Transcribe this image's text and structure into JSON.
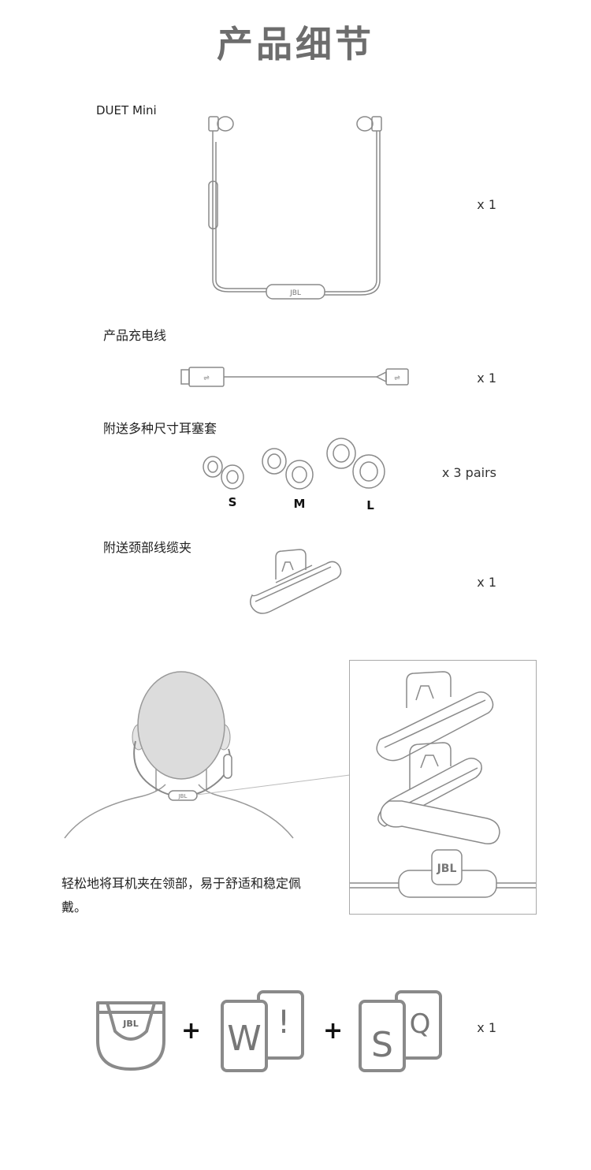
{
  "page_title": "产品细节",
  "items": [
    {
      "label": "DUET Mini",
      "qty": "x 1"
    },
    {
      "label": "产品充电线",
      "qty": "x 1"
    },
    {
      "label": "附送多种尺寸耳塞套",
      "qty": "x 3 pairs",
      "sizes": [
        "S",
        "M",
        "L"
      ]
    },
    {
      "label": "附送颈部线缆夹",
      "qty": "x 1"
    }
  ],
  "usage_caption": "轻松地将耳机夹在领部，易于舒适和稳定佩戴。",
  "brand_logo": "JBL",
  "bottom_row": {
    "qty": "x 1",
    "pouch_logo": "JBL",
    "plus_signs": [
      "+",
      "+"
    ],
    "warning_card_letters": [
      "W",
      "!"
    ],
    "quickstart_card_letters": [
      "S",
      "Q"
    ]
  },
  "colors": {
    "line": "#8a8a8a",
    "title": "#6d6d6d",
    "head": "#dcdcdc"
  }
}
